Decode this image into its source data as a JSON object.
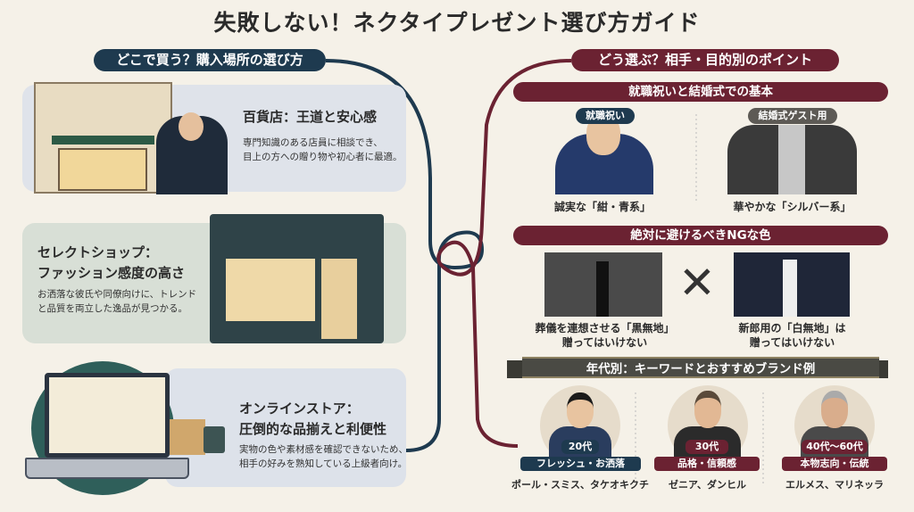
{
  "title": "失敗しない！ネクタイプレゼント選び方ガイド",
  "colors": {
    "navy": "#1e3a4f",
    "maroon": "#6b2232",
    "banner": "#4a4a44",
    "background": "#f5f1e8"
  },
  "left": {
    "header": "どこで買う？購入場所の選び方",
    "cards": [
      {
        "title": "百貨店：王道と安心感",
        "desc": [
          "専門知識のある店員に相談でき、",
          "目上の方への贈り物や初心者に最適。"
        ],
        "icon": "department-store-illustration"
      },
      {
        "title": [
          "セレクトショップ：",
          "ファッション感度の高さ"
        ],
        "desc": [
          "お洒落な彼氏や同僚向けに、トレンド",
          "と品質を両立した逸品が見つかる。"
        ],
        "icon": "select-shop-illustration"
      },
      {
        "title": [
          "オンラインストア：",
          "圧倒的な品揃えと利便性"
        ],
        "desc": [
          "実物の色や素材感を確認できないため、",
          "相手の好みを熟知している上級者向け。"
        ],
        "icon": "laptop-delivery-illustration"
      }
    ]
  },
  "right": {
    "header": "どう選ぶ？相手・目的別のポイント",
    "basics": {
      "title": "就職祝いと結婚式での基本",
      "items": [
        {
          "tag": "就職祝い",
          "caption": "誠実な「紺・青系」"
        },
        {
          "tag": "結婚式ゲスト用",
          "caption": "華やかな「シルバー系」"
        }
      ]
    },
    "ng": {
      "title": "絶対に避けるべきNGな色",
      "items": [
        {
          "caption": [
            "葬儀を連想させる「黒無地」",
            "贈ってはいけない"
          ]
        },
        {
          "caption": [
            "新郎用の「白無地」は",
            "贈ってはいけない"
          ]
        }
      ]
    },
    "age": {
      "title": "年代別：キーワードとおすすめブランド例",
      "items": [
        {
          "age": "20代",
          "keyword": "フレッシュ・お洒落",
          "brands": "ポール・スミス、タケオキクチ",
          "color": "#1e3a4f"
        },
        {
          "age": "30代",
          "keyword": "品格・信頼感",
          "brands": "ゼニア、ダンヒル",
          "color": "#6b2232"
        },
        {
          "age": "40代〜60代",
          "keyword": "本物志向・伝統",
          "brands": "エルメス、マリネッラ",
          "color": "#6b2232"
        }
      ]
    }
  }
}
